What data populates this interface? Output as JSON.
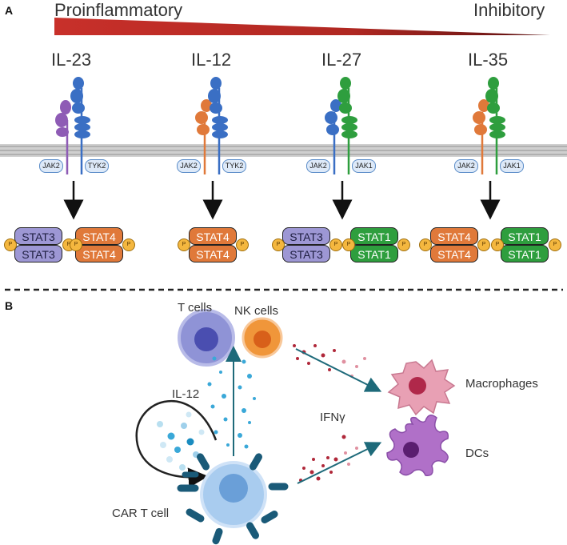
{
  "panelA": {
    "letter": "A",
    "gradient_left": "Proinflammatory",
    "gradient_right": "Inhibitory",
    "cytokines": [
      {
        "name": "IL-23",
        "jak_left": "JAK2",
        "jak_right": "TYK2",
        "chain_left_color": "#8e5bb5",
        "chain_right_color": "#3a6fc4",
        "rows": [
          [
            "STAT3",
            "STAT4"
          ],
          [
            "STAT3",
            "STAT4"
          ]
        ],
        "groups": [
          "purple",
          "orange"
        ]
      },
      {
        "name": "IL-12",
        "jak_left": "JAK2",
        "jak_right": "TYK2",
        "chain_left_color": "#e0793a",
        "chain_right_color": "#3a6fc4",
        "rows": [
          [
            "STAT4"
          ],
          [
            "STAT4"
          ]
        ],
        "groups": [
          "orange"
        ]
      },
      {
        "name": "IL-27",
        "jak_left": "JAK2",
        "jak_right": "JAK1",
        "chain_left_color": "#3a6fc4",
        "chain_right_color": "#2e9e3e",
        "rows": [
          [
            "STAT3",
            "STAT1"
          ],
          [
            "STAT3",
            "STAT1"
          ]
        ],
        "groups": [
          "purple",
          "green"
        ]
      },
      {
        "name": "IL-35",
        "jak_left": "JAK2",
        "jak_right": "JAK1",
        "chain_left_color": "#e0793a",
        "chain_right_color": "#2e9e3e",
        "rows": [
          [
            "STAT4",
            "STAT1"
          ],
          [
            "STAT4",
            "STAT1"
          ]
        ],
        "groups": [
          "orange",
          "green"
        ]
      }
    ],
    "phospho_label": "P",
    "colors": {
      "gradient": "#c8302a",
      "membrane": "#b8b8b8",
      "stat3": "#9d97d4",
      "stat4": "#e0793a",
      "stat1": "#2e9e3e"
    }
  },
  "panelB": {
    "letter": "B",
    "t_cells": "T cells",
    "nk_cells": "NK cells",
    "il12": "IL-12",
    "ifng": "IFNγ",
    "macrophages": "Macrophages",
    "dcs": "DCs",
    "car_t": "CAR T cell",
    "colors": {
      "t_cell": "#8f93d6",
      "nk_cell": "#f0963a",
      "car_t": "#a9ccef",
      "macrophage": "#e8a0b4",
      "dc": "#b070c8",
      "cytokine_dots": "#3aa8d8",
      "ifng_dots": "#b0283a",
      "arrow": "#1e6a7a"
    }
  }
}
